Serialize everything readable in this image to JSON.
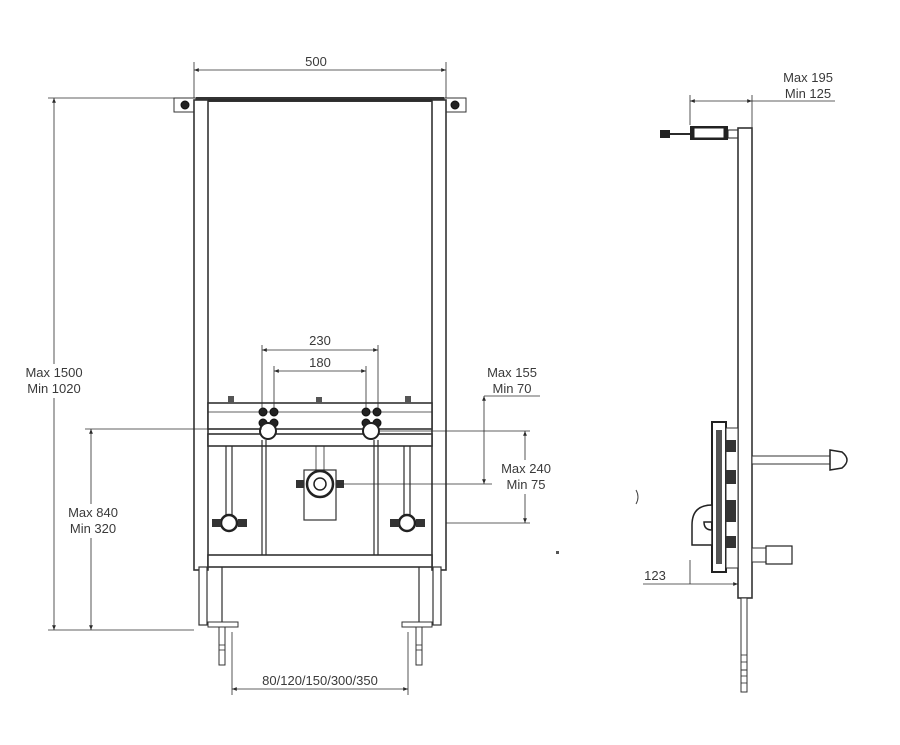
{
  "front_view": {
    "width_label": "500",
    "height_max_label": "Max 1500",
    "height_min_label": "Min 1020",
    "tap_outer_label": "230",
    "tap_inner_label": "180",
    "tap_offset_max_label": "Max 155",
    "tap_offset_min_label": "Min 70",
    "drain_max_label": "Max 240",
    "drain_min_label": "Min 75",
    "lower_max_label": "Max 840",
    "lower_min_label": "Min 320",
    "foot_spacing_label": "80/120/150/300/350"
  },
  "side_view": {
    "depth_max_label": "Max 195",
    "depth_min_label": "Min 125",
    "offset_label": "123"
  }
}
